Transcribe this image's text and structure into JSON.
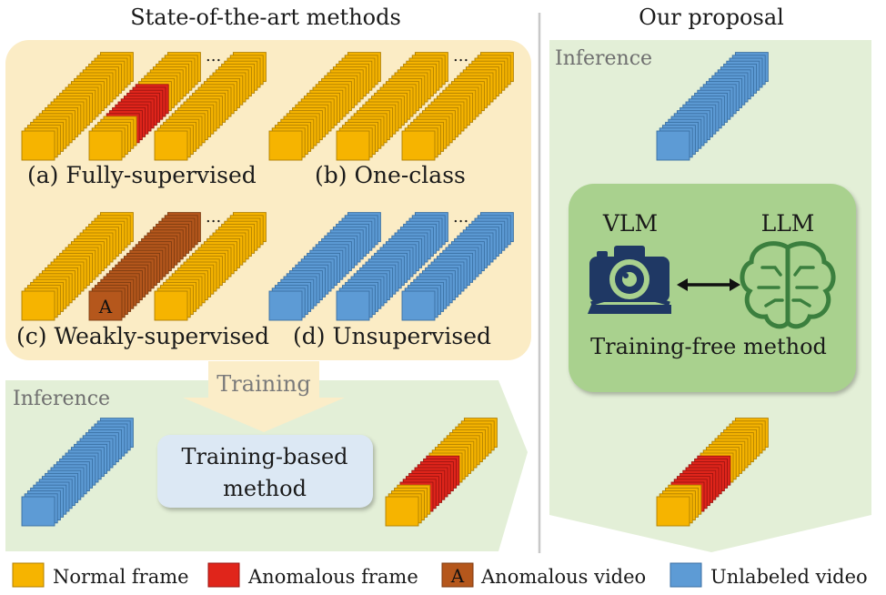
{
  "headers": {
    "left": "State-of-the-art methods",
    "right": "Our proposal"
  },
  "panels": {
    "a": "(a) Fully-supervised",
    "b": "(b) One-class",
    "c": "(c) Weakly-supervised",
    "d": "(d) Unsupervised",
    "ellipsis": "..."
  },
  "anomalous_video_marker": "A",
  "training_arrow_label": "Training",
  "inference_label": "Inference",
  "training_based_box": {
    "line1": "Training-",
    "line2": "based",
    "line3": "method"
  },
  "proposal_box": {
    "vlm_label": "VLM",
    "llm_label": "LLM",
    "method_label": "Training-free method"
  },
  "legend": {
    "normal_frame": "Normal frame",
    "anomalous_frame": "Anomalous frame",
    "anomalous_video": "Anomalous video",
    "unlabeled_video": "Unlabeled video"
  },
  "colors": {
    "normal": "#f6b400",
    "anomalous": "#e0251b",
    "anomalous_video": "#b5571c",
    "unlabeled": "#5d9bd5",
    "sota_bg": "#fbecc5",
    "inference_bg": "#e3efd7",
    "proposal_box": "#a9d18e",
    "training_arrow": "#fbedc8",
    "training_based_box": "#dce8f4",
    "icon": "#1f3864",
    "brain": "#3b7f3e",
    "divider": "#c8c8c8"
  }
}
